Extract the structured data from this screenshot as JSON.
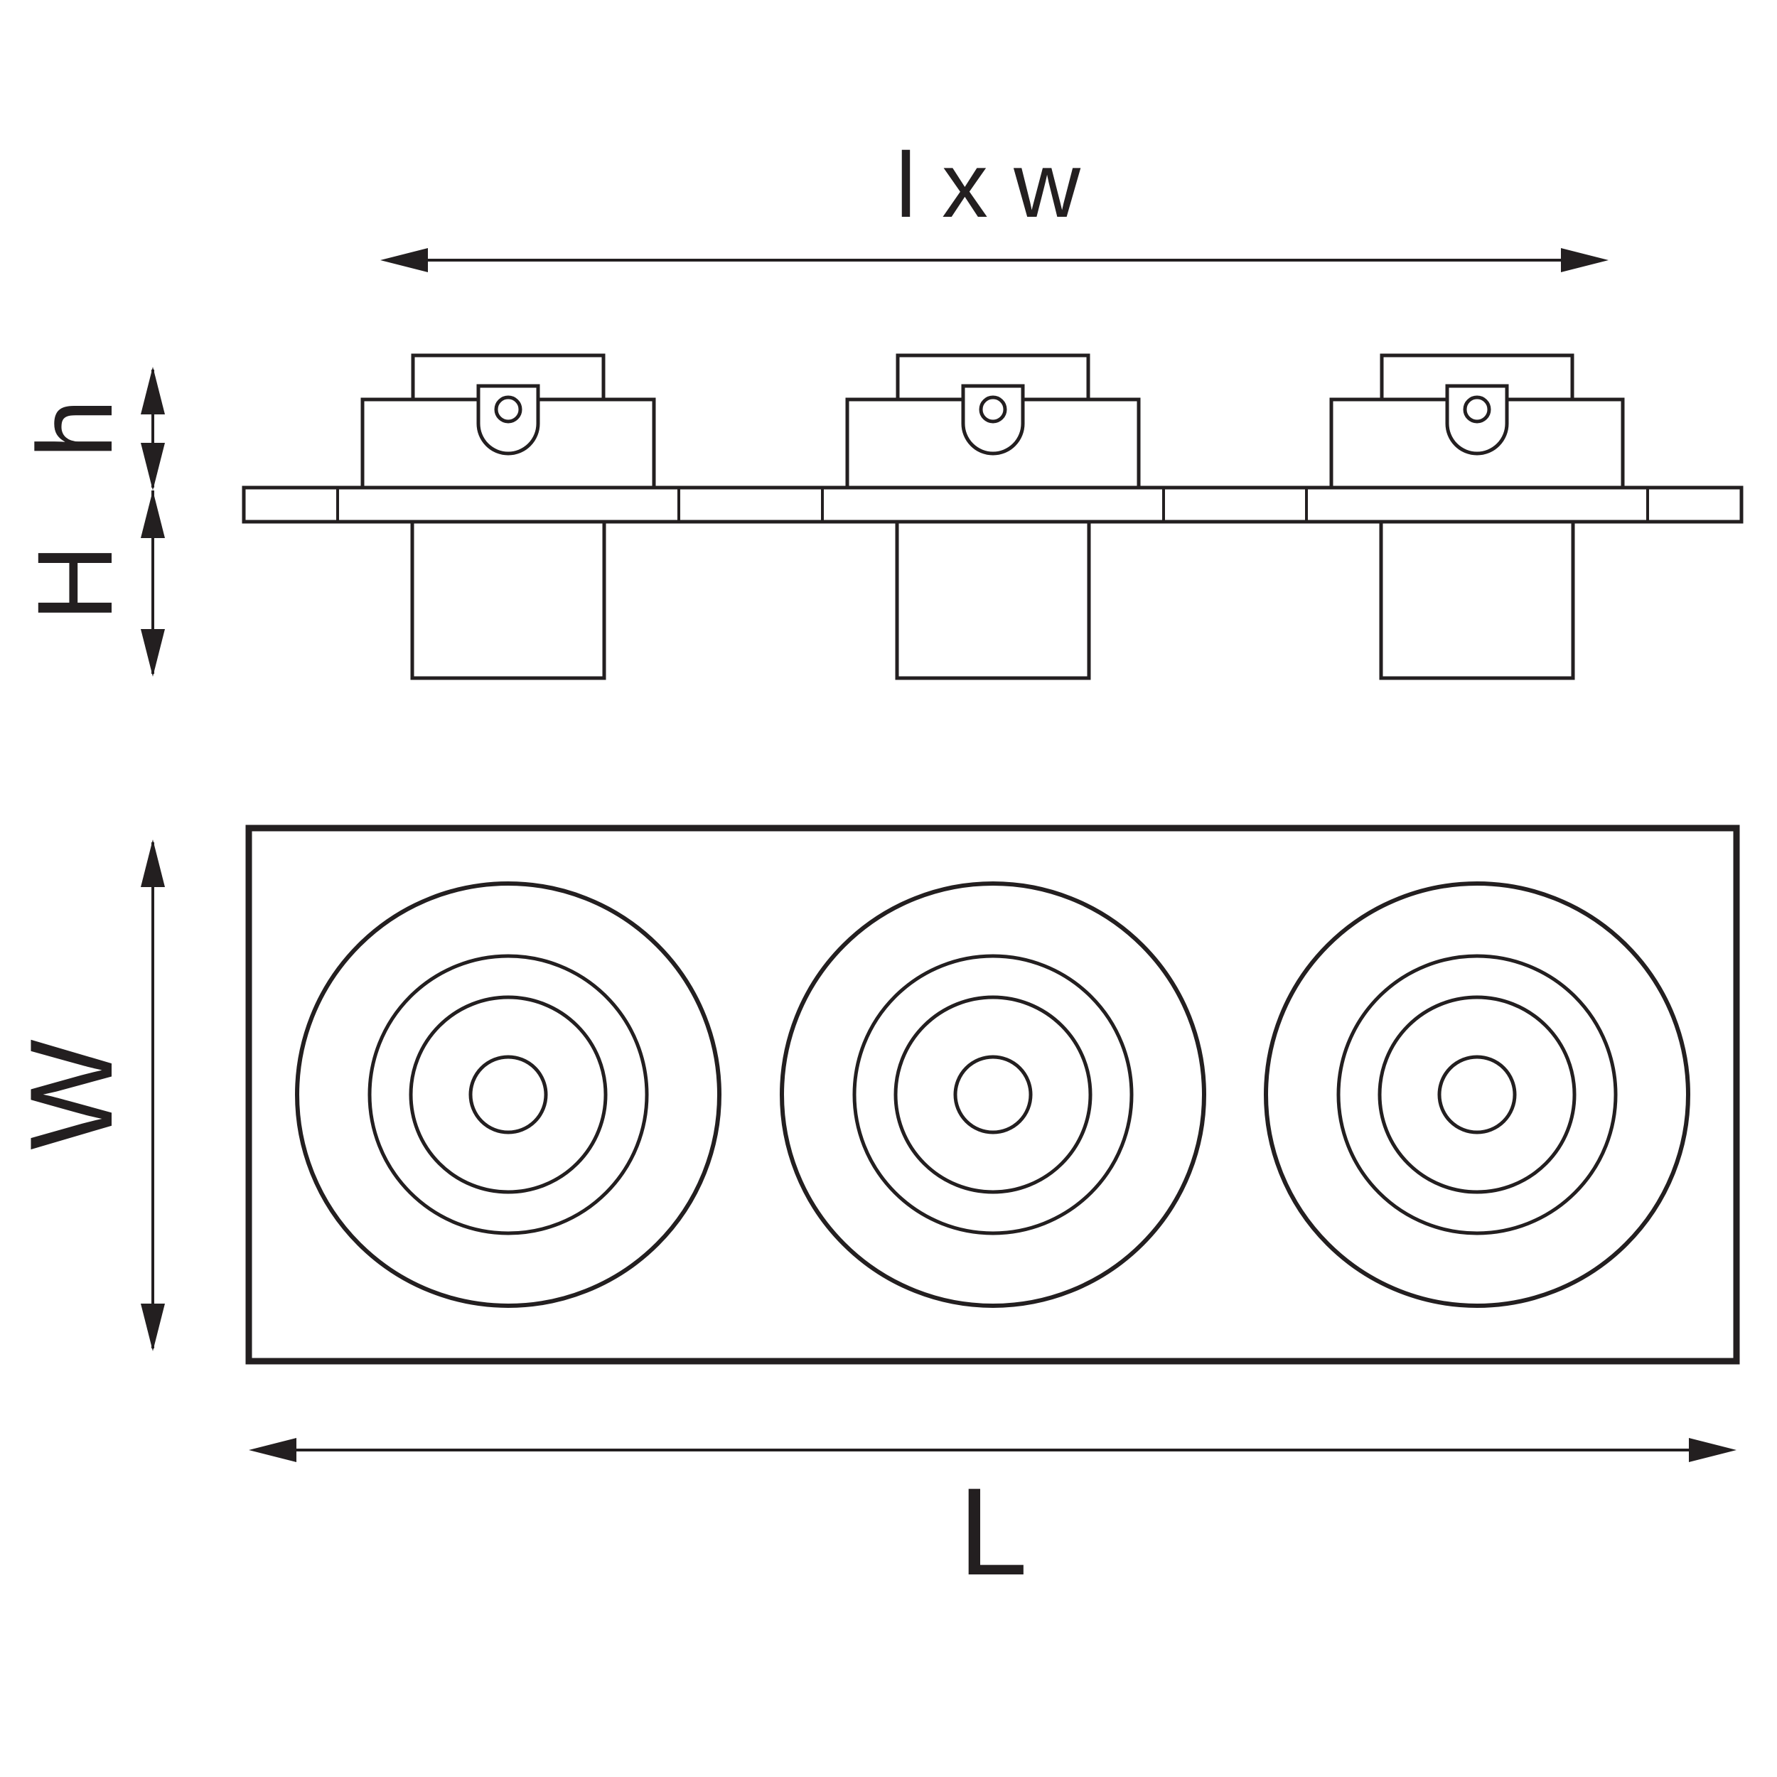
{
  "colors": {
    "line": "#231f20",
    "background": "#ffffff"
  },
  "dimensions": {
    "cutout_label": "l x w",
    "protrusion_height_label": "h",
    "recess_depth_label": "H",
    "width_label": "W",
    "length_label": "L"
  }
}
